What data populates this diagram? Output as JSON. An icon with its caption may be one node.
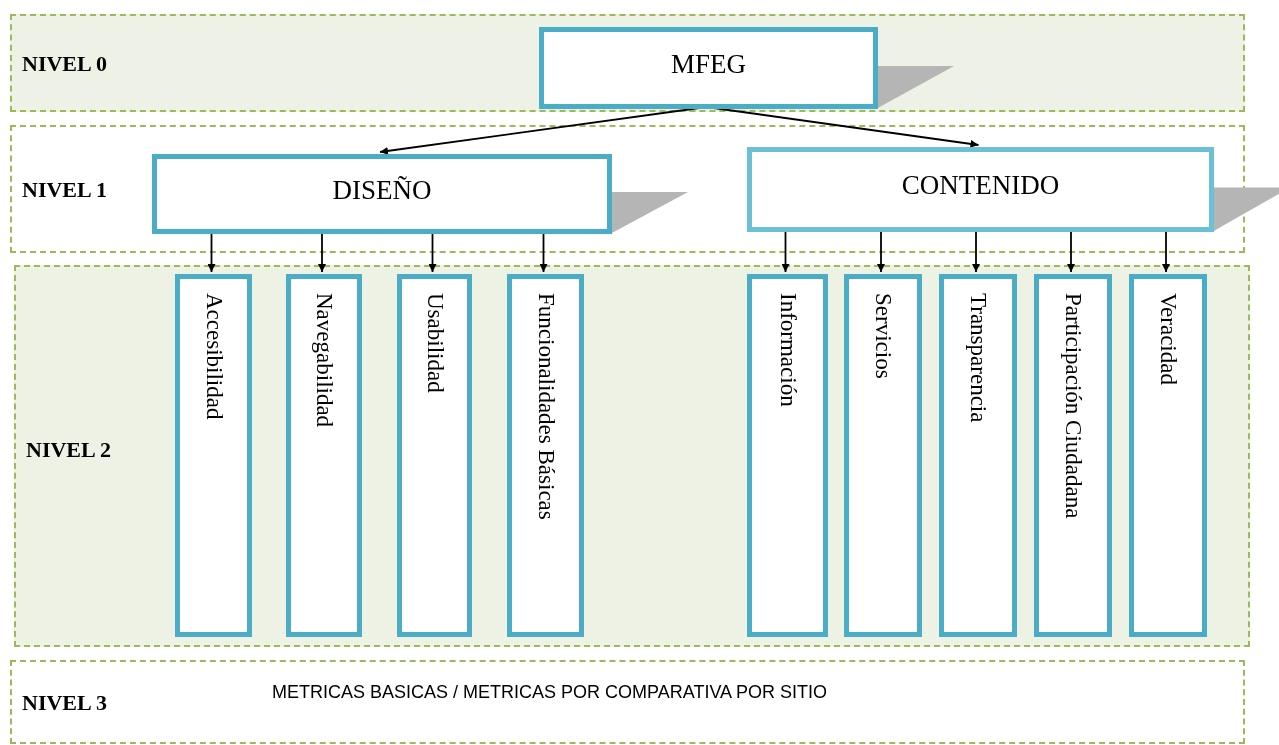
{
  "diagram": {
    "nodes": [
      {
        "text": [
          "NIVEL 0"
        ]
      },
      {
        "text": [
          "MFEG"
        ],
        "in": 0
      },
      {
        "text": [
          "NIVEL 1"
        ]
      },
      {
        "text": [
          "DISEÑO"
        ],
        "in": 2
      },
      {
        "text": [
          "CONTENIDO"
        ],
        "in": 2
      },
      {
        "text": [
          "NIVEL 2"
        ]
      },
      {
        "text": [
          "Accesibilidad"
        ],
        "in": 5
      },
      {
        "text": [
          "Navegabilidad"
        ],
        "in": 5
      },
      {
        "text": [
          "Usabilidad"
        ],
        "in": 5
      },
      {
        "text": [
          "Funcionalidades Básicas"
        ],
        "in": 5
      },
      {
        "text": [
          "Información"
        ],
        "in": 5
      },
      {
        "text": [
          "Servicios"
        ],
        "in": 5
      },
      {
        "text": [
          "Transparencia"
        ],
        "in": 5
      },
      {
        "text": [
          "Participación Ciudadana"
        ],
        "in": 5
      },
      {
        "text": [
          "Veracidad"
        ],
        "in": 5
      },
      {
        "text": [
          "NIVEL 3",
          "METRICAS BASICAS / METRICAS POR COMPARATIVA POR SITIO"
        ]
      }
    ],
    "edges": [
      {
        "from": 1,
        "to": 3,
        "arrow": "to"
      },
      {
        "from": 1,
        "to": 4,
        "arrow": "to"
      },
      {
        "from": 3,
        "to": 6,
        "arrow": "to"
      },
      {
        "from": 3,
        "to": 7,
        "arrow": "to"
      },
      {
        "from": 3,
        "to": 8,
        "arrow": "to"
      },
      {
        "from": 3,
        "to": 9,
        "arrow": "to"
      },
      {
        "from": 4,
        "to": 10,
        "arrow": "to"
      },
      {
        "from": 4,
        "to": 11,
        "arrow": "to"
      },
      {
        "from": 4,
        "to": 12,
        "arrow": "to"
      },
      {
        "from": 4,
        "to": 13,
        "arrow": "to"
      },
      {
        "from": 4,
        "to": 14,
        "arrow": "to"
      }
    ]
  }
}
